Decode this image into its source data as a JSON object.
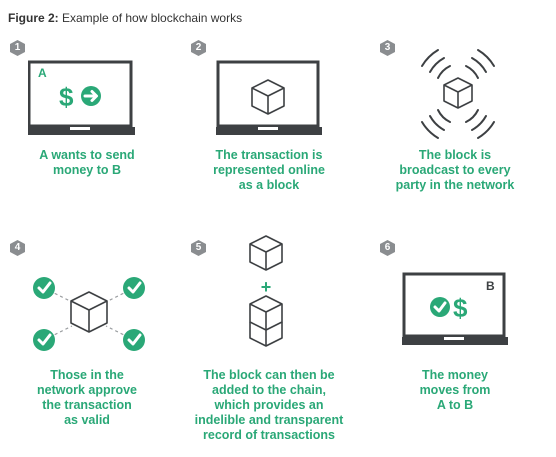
{
  "figure": {
    "title_prefix": "Figure 2:",
    "title_text": " Example of how blockchain works"
  },
  "colors": {
    "accent": "#2aa877",
    "laptop_dark": "#3d4043",
    "badge": "#8a8d90",
    "cube": "#3d4043"
  },
  "steps": [
    {
      "number": "1",
      "icon": "laptop-dollar-arrow-icon",
      "screen_label": "A",
      "symbol": "$",
      "caption": [
        "A wants to send",
        "money to B"
      ]
    },
    {
      "number": "2",
      "icon": "laptop-cube-icon",
      "caption": [
        "The transaction is",
        "represented online",
        "as a block"
      ]
    },
    {
      "number": "3",
      "icon": "broadcast-cube-icon",
      "caption": [
        "The block is",
        "broadcast to every",
        "party in the network"
      ]
    },
    {
      "number": "4",
      "icon": "network-approve-icon",
      "caption": [
        "Those in the",
        "network approve",
        "the transaction",
        "as valid"
      ]
    },
    {
      "number": "5",
      "icon": "chain-stack-icon",
      "symbol": "+",
      "caption": [
        "The block can then be",
        "added to the chain,",
        "which provides an",
        "indelible and transparent",
        "record of transactions"
      ]
    },
    {
      "number": "6",
      "icon": "laptop-check-dollar-icon",
      "screen_label": "B",
      "symbol": "$",
      "caption": [
        "The money",
        "moves from",
        "A to B"
      ]
    }
  ]
}
